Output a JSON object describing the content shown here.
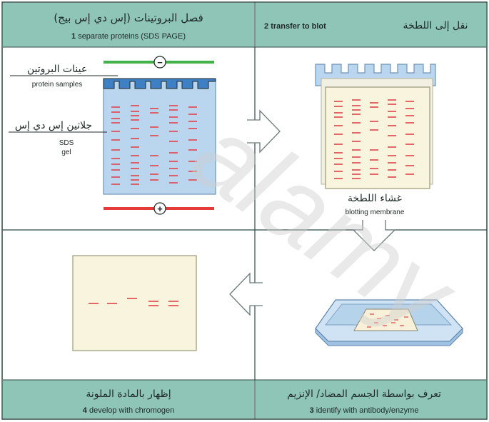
{
  "colors": {
    "header_bg": "#8ec5b7",
    "frame": "#2f4a44",
    "gel_blue": "#b9d6ee",
    "gel_edge": "#6f94b8",
    "comb_blue": "#3f7fc4",
    "band_red": "#e2424a",
    "membrane": "#f8f4de",
    "electrode_positive": "#e53b3b",
    "electrode_negative": "#41b14a",
    "watermark": "#cfcfcf"
  },
  "steps": {
    "step1": {
      "title_ar": "فصل البروتينات (إس دي إس بيج)",
      "number": "1",
      "title_en": "separate proteins (SDS PAGE)"
    },
    "step2": {
      "number": "2",
      "title_en": "transfer to blot",
      "title_ar": "نقل إلى اللطخة"
    },
    "step3": {
      "title_ar": "تعرف بواسطة الجسم المضاد/ الإنزيم",
      "number": "3",
      "title_en": "identify with antibody/enzyme"
    },
    "step4": {
      "title_ar": "إظهار بالمادة الملونة",
      "number": "4",
      "title_en": "develop with chromogen"
    }
  },
  "labels": {
    "protein_samples_ar": "عينات البروتين",
    "protein_samples_en": "protein samples",
    "sds_gel_ar": "جلاتين إس دي إس",
    "sds_gel_en_line1": "SDS",
    "sds_gel_en_line2": "gel",
    "membrane_ar": "غشاء اللطخة",
    "membrane_en": "blotting membrane",
    "negative_sign": "−",
    "positive_sign": "+"
  },
  "watermark": {
    "text": "alamy"
  },
  "result_bands": [
    "−",
    "−",
    "−",
    "=",
    "="
  ]
}
